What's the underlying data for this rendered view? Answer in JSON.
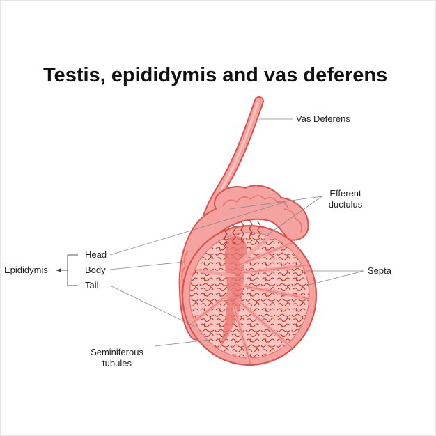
{
  "title": "Testis, epididymis and vas deferens",
  "labels": {
    "vas_deferens": "Vas Deferens",
    "efferent_line1": "Efferent",
    "efferent_line2": "ductulus",
    "head": "Head",
    "body": "Body",
    "tail": "Tail",
    "epididymis": "Epididymis",
    "septa": "Septa",
    "seminiferous_line1": "Seminiferous",
    "seminiferous_line2": "tubules"
  },
  "colors": {
    "tissue_fill": "#f4a3a0",
    "tissue_light": "#f8c7c2",
    "tissue_dark": "#e8726f",
    "outline": "#d9534f",
    "tubule": "#c0392b",
    "leader": "#8a8a8a"
  }
}
